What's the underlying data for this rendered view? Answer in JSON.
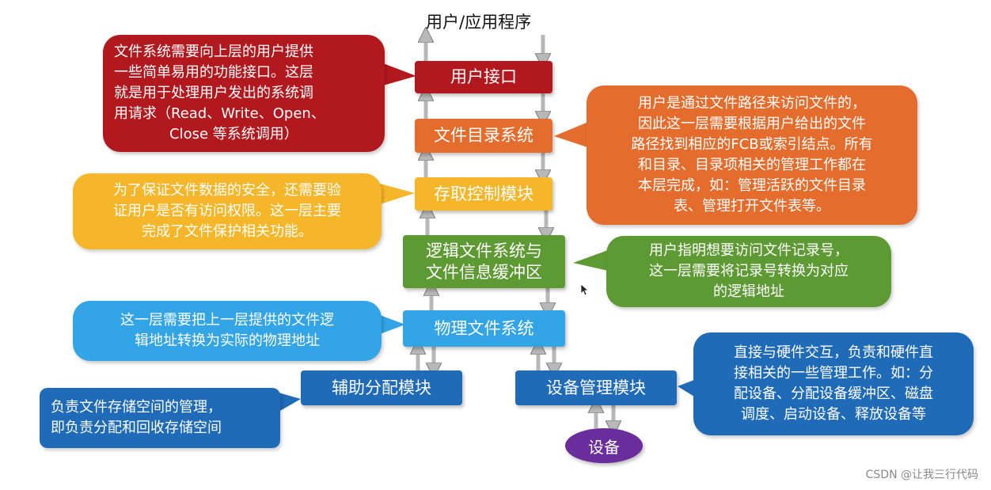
{
  "top_label": "用户/应用程序",
  "layers": {
    "user_interface": "用户接口",
    "directory_system": "文件目录系统",
    "access_control": "存取控制模块",
    "logical_fs_line1": "逻辑文件系统与",
    "logical_fs_line2": "文件信息缓冲区",
    "physical_fs": "物理文件系统",
    "aux_alloc": "辅助分配模块",
    "device_mgmt": "设备管理模块",
    "device": "设备"
  },
  "notes": {
    "user_interface": [
      "文件系统需要向上层的用户提供",
      "一些简单易用的功能接口。这层",
      "就是用于处理用户发出的系统调",
      "用请求（Read、Write、Open、",
      "Close 等系统调用）"
    ],
    "directory_system": [
      "用户是通过文件路径来访问文件的，",
      "因此这一层需要根据用户给出的文件",
      "路径找到相应的FCB或索引结点。所有",
      "和目录、目录项相关的管理工作都在",
      "本层完成，如：管理活跃的文件目录",
      "表、管理打开文件表等。"
    ],
    "access_control": [
      "为了保证文件数据的安全，还需要验",
      "证用户是否有访问权限。这一层主要",
      "完成了文件保护相关功能。"
    ],
    "logical_fs": [
      "用户指明想要访问文件记录号，",
      "这一层需要将记录号转换为对应",
      "的逻辑地址"
    ],
    "physical_fs": [
      "这一层需要把上一层提供的文件逻",
      "辑地址转换为实际的物理地址"
    ],
    "aux_alloc": [
      "负责文件存储空间的管理，",
      "即负责分配和回收存储空间"
    ],
    "device_mgmt": [
      "直接与硬件交互，负责和硬件直",
      "接相关的一些管理工作。如：分",
      "配设备、分配设备缓冲区、磁盘",
      "调度、启动设备、释放设备等"
    ]
  },
  "watermark": "CSDN @让我三行代码",
  "colors": {
    "red": "#b2191e",
    "orange": "#e46c2c",
    "yellow": "#f5b62a",
    "green": "#5e9a34",
    "light_blue": "#33a5e6",
    "dark_blue": "#1f6bb8",
    "purple": "#6a2e9c",
    "arrow": "#b8b8b8"
  }
}
